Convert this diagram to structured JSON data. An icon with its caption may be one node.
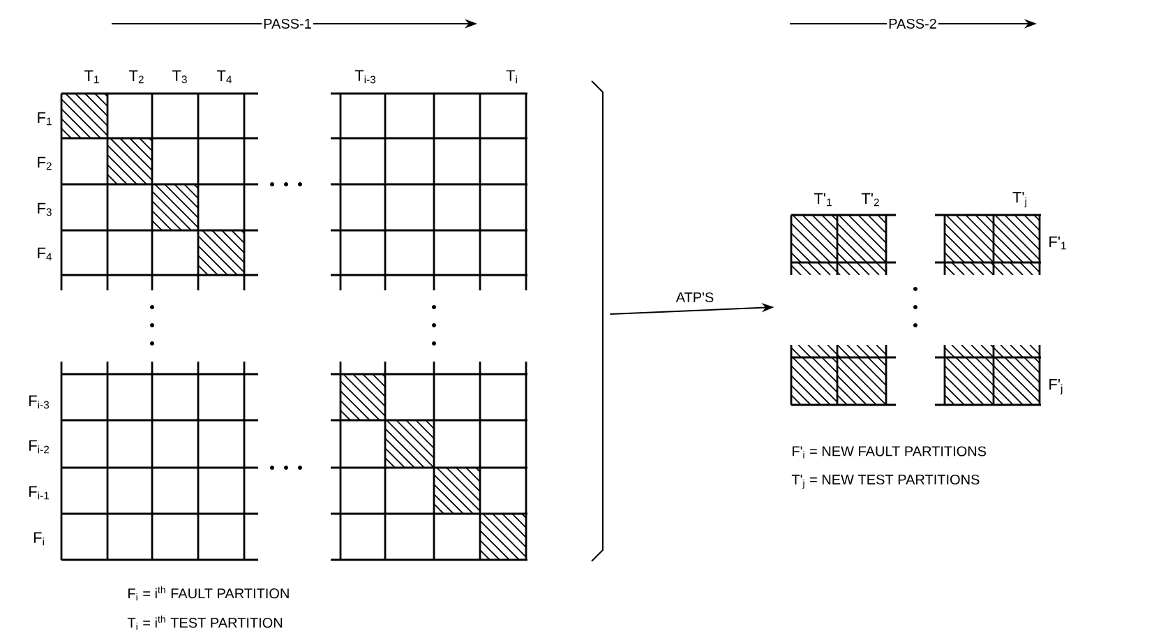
{
  "diagram": {
    "nodes": [
      {
        "text": [],
        "shape": "grid"
      },
      {
        "text": [],
        "shape": "grid"
      }
    ],
    "edges": [
      {
        "from": 0,
        "to": 1,
        "arrow": "to",
        "label": "ATP'S"
      }
    ],
    "labels": [
      "PASS-1",
      "PASS-2",
      "T$_{1}$",
      "T$_{2}$",
      "T$_{3}$",
      "T$_{4}$",
      "T$_{i-3}$",
      "T$_{i}$",
      "F$_{1}$",
      "F$_{2}$",
      "F$_{3}$",
      "F$_{4}$",
      "F$_{i-3}$",
      "F$_{i-2}$",
      "F$_{i-1}$",
      "F$_{i}$",
      "T'$_{1}$",
      "T'$_{2}$",
      "T'$_{j}$",
      "F'$_{1}$",
      "F'$_{j}$",
      "F'$_{i}$ = NEW FAULT PARTITIONS",
      "T'$_{j}$ = NEW TEST PARTITIONS",
      "F$_{i}$ = i$^{th}$ FAULT PARTITION",
      "T$_{i}$ = i$^{th}$ TEST PARTITION"
    ]
  }
}
